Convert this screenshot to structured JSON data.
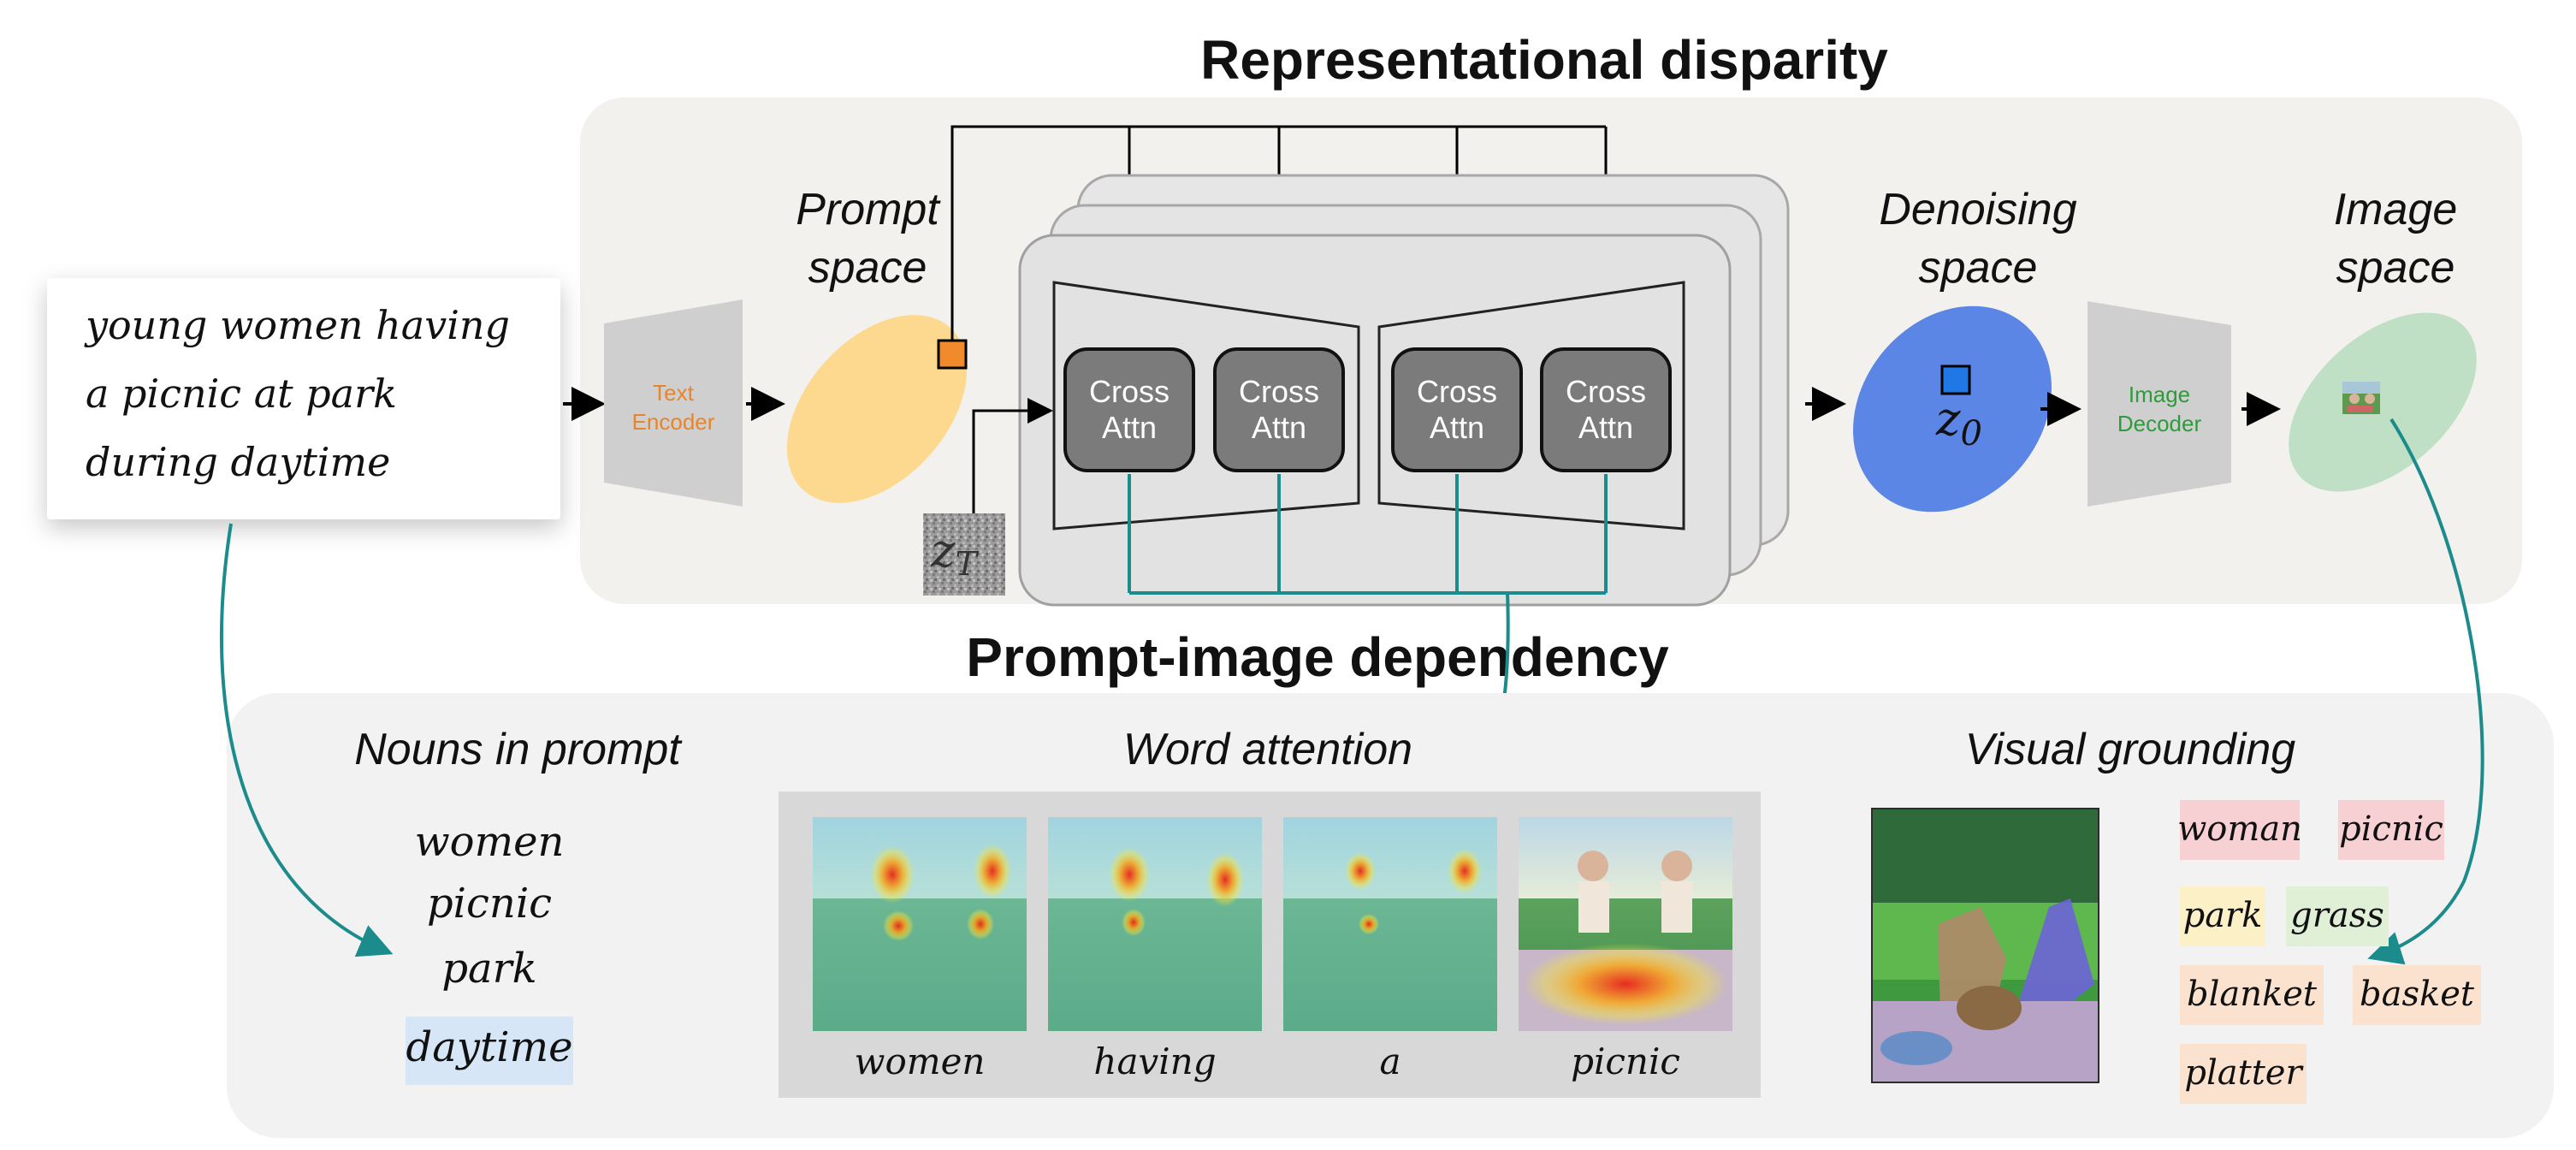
{
  "titles": {
    "top": "Representational disparity",
    "bottom": "Prompt-image dependency"
  },
  "prompt": {
    "lines": [
      "young women having",
      "a picnic at park",
      "during daytime"
    ]
  },
  "pipeline": {
    "text_encoder": [
      "Text",
      "Encoder"
    ],
    "prompt_space": [
      "Prompt",
      "space"
    ],
    "cross_attn": [
      [
        "Cross",
        "Attn"
      ],
      [
        "Cross",
        "Attn"
      ],
      [
        "Cross",
        "Attn"
      ],
      [
        "Cross",
        "Attn"
      ]
    ],
    "latent_T": {
      "symbol": "z",
      "subscript": "T"
    },
    "denoising_space": [
      "Denoising",
      "space"
    ],
    "latent_0": {
      "symbol": "z",
      "subscript": "0"
    },
    "image_decoder": [
      "Image",
      "Decoder"
    ],
    "image_space": [
      "Image",
      "space"
    ]
  },
  "sections": {
    "nouns_title": "Nouns in prompt",
    "word_attention_title": "Word attention",
    "visual_grounding_title": "Visual grounding"
  },
  "nouns": [
    "women",
    "picnic",
    "park",
    "daytime"
  ],
  "word_attention": [
    "women",
    "having",
    "a",
    "picnic"
  ],
  "grounding_labels": [
    {
      "text": "woman",
      "color": "#f7d0d4"
    },
    {
      "text": "picnic",
      "color": "#f7d0d4"
    },
    {
      "text": "park",
      "color": "#fbf0c6"
    },
    {
      "text": "grass",
      "color": "#dff0d6"
    },
    {
      "text": "blanket",
      "color": "#fbe2cf"
    },
    {
      "text": "basket",
      "color": "#fbe2cf"
    },
    {
      "text": "platter",
      "color": "#fbe2cf"
    }
  ],
  "colors": {
    "prompt_space": "#fdd98f",
    "denoising_space": "#5b86e5",
    "image_space": "#bfe0c5",
    "encoder_text": "#e8852b",
    "decoder_text": "#2e9b3c",
    "teal": "#1b8b8b",
    "daytime_highlight": "#d6e6f7"
  }
}
